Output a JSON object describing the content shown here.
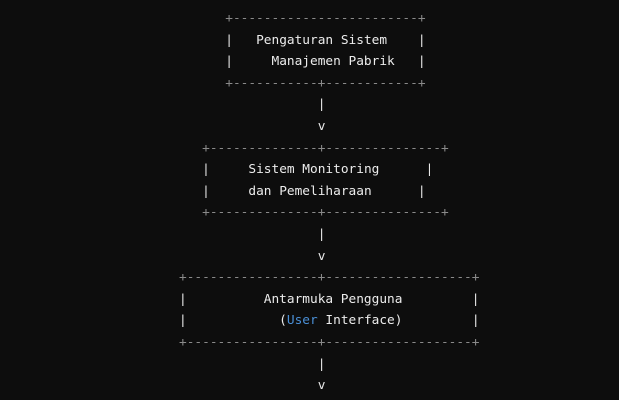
{
  "diagram": {
    "boxes": [
      {
        "lines": [
          "Pengaturan Sistem",
          "Manajemen Pabrik"
        ]
      },
      {
        "lines": [
          "Sistem Monitoring",
          "dan Pemeliharaan"
        ]
      },
      {
        "lines": [
          "Antarmuka Pengguna"
        ],
        "second_line": {
          "open_paren": "(",
          "keyword": "User",
          "rest": " Interface)"
        }
      }
    ],
    "connector": {
      "bar": "|",
      "arrow": "v"
    },
    "colors": {
      "background": "#0d0d0d",
      "border": "#8a8a8a",
      "text": "#ececec",
      "keyword": "#4a8fd6"
    }
  }
}
